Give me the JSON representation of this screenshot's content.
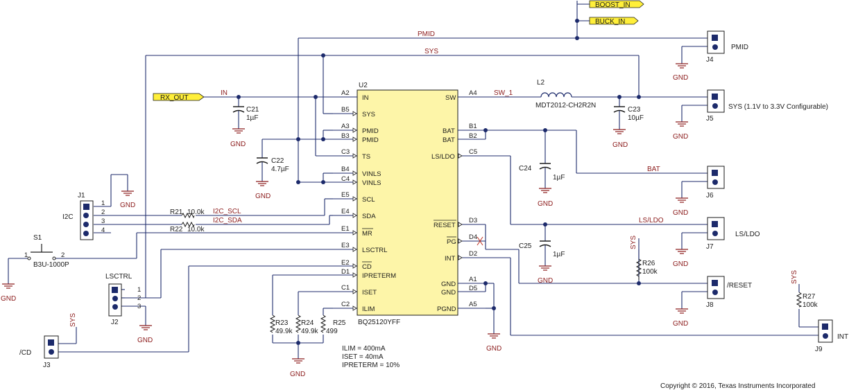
{
  "ic": {
    "ref": "U2",
    "part": "BQ25120YFF",
    "left_pins": [
      {
        "num": "A2",
        "name": "IN"
      },
      {
        "num": "B5",
        "name": "SYS"
      },
      {
        "num": "A3",
        "name": "PMID"
      },
      {
        "num": "B3",
        "name": "PMID"
      },
      {
        "num": "C3",
        "name": "TS"
      },
      {
        "num": "B4",
        "name": "VINLS"
      },
      {
        "num": "C4",
        "name": "VINLS"
      },
      {
        "num": "E5",
        "name": "SCL"
      },
      {
        "num": "E4",
        "name": "SDA"
      },
      {
        "num": "E1",
        "name": "MR"
      },
      {
        "num": "E3",
        "name": "LSCTRL"
      },
      {
        "num": "E2",
        "name": "CD"
      },
      {
        "num": "D1",
        "name": "IPRETERM"
      },
      {
        "num": "C1",
        "name": "ISET"
      },
      {
        "num": "C2",
        "name": "ILIM"
      }
    ],
    "right_pins": [
      {
        "num": "A4",
        "name": "SW"
      },
      {
        "num": "B1",
        "name": "BAT"
      },
      {
        "num": "B2",
        "name": "BAT"
      },
      {
        "num": "C5",
        "name": "LS/LDO"
      },
      {
        "num": "D3",
        "name": "RESET"
      },
      {
        "num": "D4",
        "name": "PG"
      },
      {
        "num": "D2",
        "name": "INT"
      },
      {
        "num": "A1",
        "name": "GND"
      },
      {
        "num": "D5",
        "name": "GND"
      },
      {
        "num": "A5",
        "name": "PGND"
      }
    ]
  },
  "nets": {
    "boost_in": "BOOST_IN",
    "buck_in": "BUCK_IN",
    "rx_out": "RX_OUT",
    "pmid": "PMID",
    "sys": "SYS",
    "in": "IN",
    "sw_1": "SW_1",
    "bat": "BAT",
    "ls_ldo": "LS/LDO",
    "i2c_scl": "I2C_SCL",
    "i2c_sda": "I2C_SDA",
    "gnd": "GND"
  },
  "components": {
    "l2": {
      "ref": "L2",
      "value": "MDT2012-CH2R2N"
    },
    "c21": {
      "ref": "C21",
      "value": "1µF"
    },
    "c22": {
      "ref": "C22",
      "value": "4.7µF"
    },
    "c23": {
      "ref": "C23",
      "value": "10µF"
    },
    "c24": {
      "ref": "C24",
      "value": "1µF"
    },
    "c25": {
      "ref": "C25",
      "value": "1µF"
    },
    "r21": {
      "ref": "R21",
      "value": "10.0k"
    },
    "r22": {
      "ref": "R22",
      "value": "10.0k"
    },
    "r23": {
      "ref": "R23",
      "value": "49.9k"
    },
    "r24": {
      "ref": "R24",
      "value": "49.9k"
    },
    "r25": {
      "ref": "R25",
      "value": "499"
    },
    "r26": {
      "ref": "R26",
      "value": "100k"
    },
    "r27": {
      "ref": "R27",
      "value": "100k"
    },
    "s1": {
      "ref": "S1",
      "part": "B3U-1000P"
    }
  },
  "connectors": {
    "j1": {
      "ref": "J1",
      "label": "I2C"
    },
    "j2": {
      "ref": "J2",
      "label": "LSCTRL"
    },
    "j3": {
      "ref": "J3",
      "label": "/CD"
    },
    "j4": {
      "ref": "J4",
      "label": "PMID"
    },
    "j5": {
      "ref": "J5",
      "label": "SYS (1.1V to 3.3V Configurable)"
    },
    "j6": {
      "ref": "J6",
      "label": ""
    },
    "j7": {
      "ref": "J7",
      "label": "LS/LDO"
    },
    "j8": {
      "ref": "J8",
      "label": "/RESET"
    },
    "j9": {
      "ref": "J9",
      "label": "INT"
    }
  },
  "notes": {
    "ilim": "ILIM = 400mA",
    "iset": "ISET = 40mA",
    "ipreterm": "IPRETERM = 10%"
  },
  "copyright": "Copyright © 2016, Texas Instruments Incorporated"
}
